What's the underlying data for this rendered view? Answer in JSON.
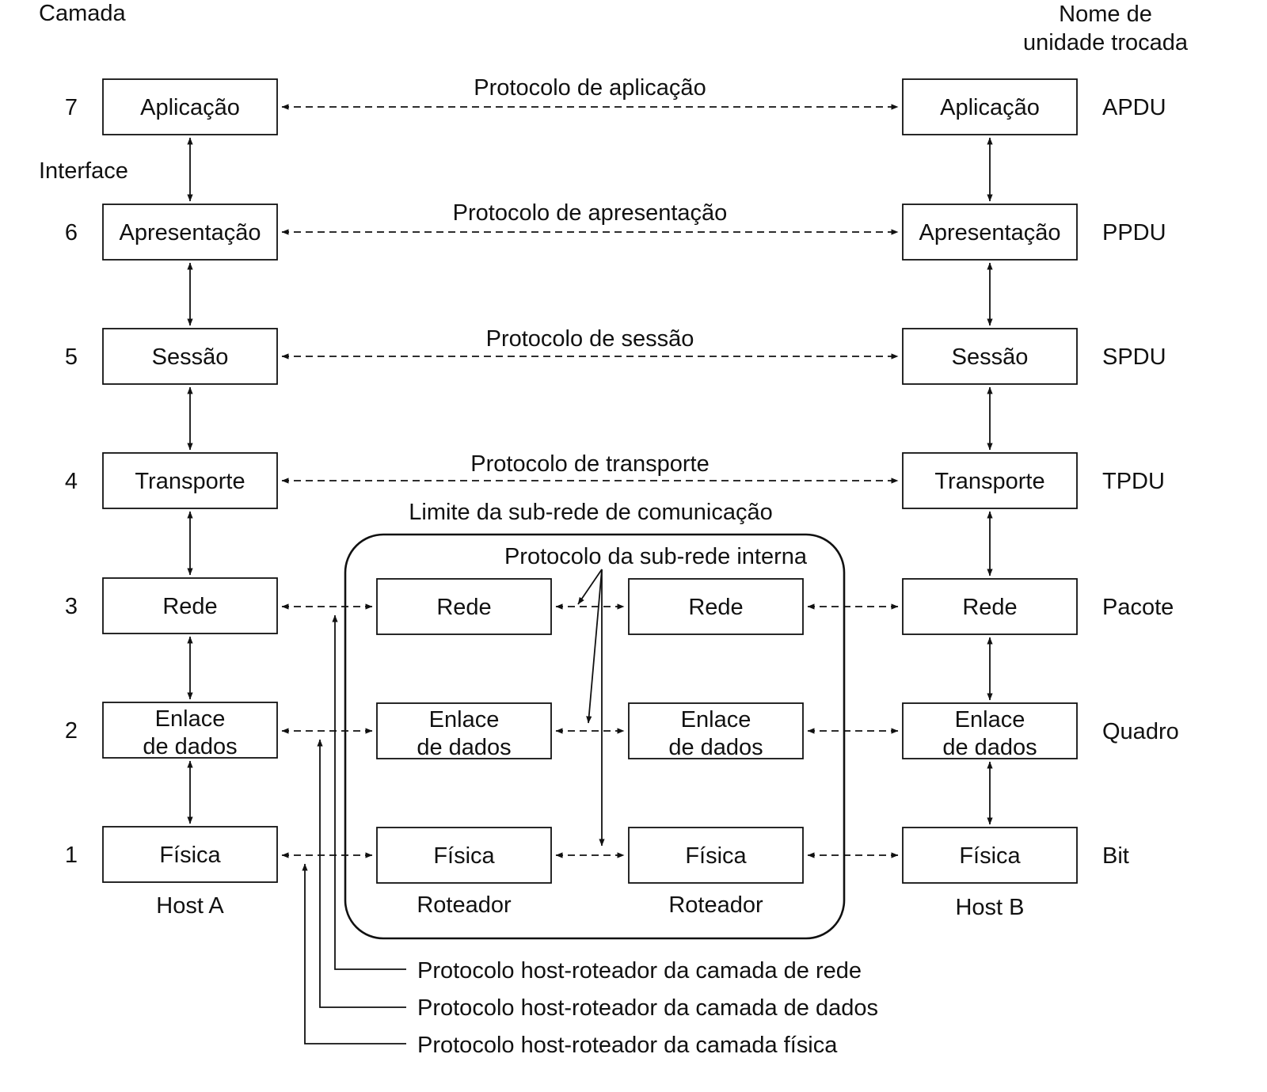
{
  "header": {
    "layer_column": "Camada",
    "unit_column_line1": "Nome de",
    "unit_column_line2": "unidade trocada",
    "interface_label": "Interface"
  },
  "layers": [
    {
      "number": "7",
      "name": [
        "Aplicação"
      ],
      "protocol": "Protocolo de aplicação",
      "unit": "APDU"
    },
    {
      "number": "6",
      "name": [
        "Apresentação"
      ],
      "protocol": "Protocolo de apresentação",
      "unit": "PPDU"
    },
    {
      "number": "5",
      "name": [
        "Sessão"
      ],
      "protocol": "Protocolo de sessão",
      "unit": "SPDU"
    },
    {
      "number": "4",
      "name": [
        "Transporte"
      ],
      "protocol": "Protocolo de transporte",
      "unit": "TPDU"
    },
    {
      "number": "3",
      "name": [
        "Rede"
      ],
      "protocol": "",
      "unit": "Pacote"
    },
    {
      "number": "2",
      "name": [
        "Enlace",
        "de dados"
      ],
      "protocol": "",
      "unit": "Quadro"
    },
    {
      "number": "1",
      "name": [
        "Física"
      ],
      "protocol": "",
      "unit": "Bit"
    }
  ],
  "nodes": {
    "host_a": "Host A",
    "host_b": "Host B",
    "router_1": "Roteador",
    "router_2": "Roteador"
  },
  "subnet": {
    "boundary_label": "Limite da sub-rede de comunicação",
    "internal_protocol": "Protocolo da sub-rede interna"
  },
  "host_router_protocols": {
    "network": "Protocolo host-roteador da camada de rede",
    "data_link": "Protocolo host-roteador da camada de dados",
    "physical": "Protocolo host-roteador da camada física"
  }
}
